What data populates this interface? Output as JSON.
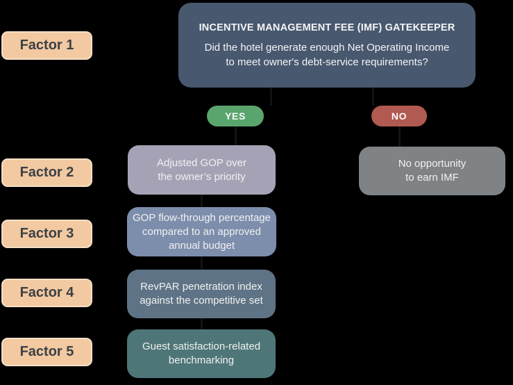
{
  "gatekeeper": {
    "title": "INCENTIVE MANAGEMENT FEE (IMF) GATEKEEPER",
    "question_lines": [
      "Did the hotel generate enough Net Operating Income",
      "to meet owner's debt-service requirements?"
    ],
    "bg": "#48586e"
  },
  "branches": {
    "yes": {
      "label": "YES",
      "bg": "#5aa56d"
    },
    "no": {
      "label": "NO",
      "bg": "#b15a51"
    },
    "no_outcome": {
      "lines": [
        "No opportunity",
        "to earn IMF"
      ],
      "bg": "#7f8386"
    }
  },
  "factor_labels": [
    {
      "label": "Factor 1"
    },
    {
      "label": "Factor 2"
    },
    {
      "label": "Factor 3"
    },
    {
      "label": "Factor 4"
    },
    {
      "label": "Factor 5"
    }
  ],
  "factor_boxes": [
    {
      "factor": "Factor 2",
      "lines": [
        "Adjusted GOP over",
        "the owner’s priority"
      ],
      "bg": "#a6a2b6"
    },
    {
      "factor": "Factor 3",
      "lines": [
        "GOP flow-through percentage",
        "compared to an approved",
        "annual budget"
      ],
      "bg": "#7d8dac"
    },
    {
      "factor": "Factor 4",
      "lines": [
        "RevPAR penetration index",
        "against the competitive set"
      ],
      "bg": "#5e7385"
    },
    {
      "factor": "Factor 5",
      "lines": [
        "Guest satisfaction-related",
        "benchmarking"
      ],
      "bg": "#4e7678"
    }
  ],
  "colors": {
    "background": "#000000",
    "factor_label_bg": "#f2c9a1",
    "factor_label_border": "#f6e0c6",
    "factor_label_text": "#3d4045",
    "box_text": "#f1f1f1"
  }
}
